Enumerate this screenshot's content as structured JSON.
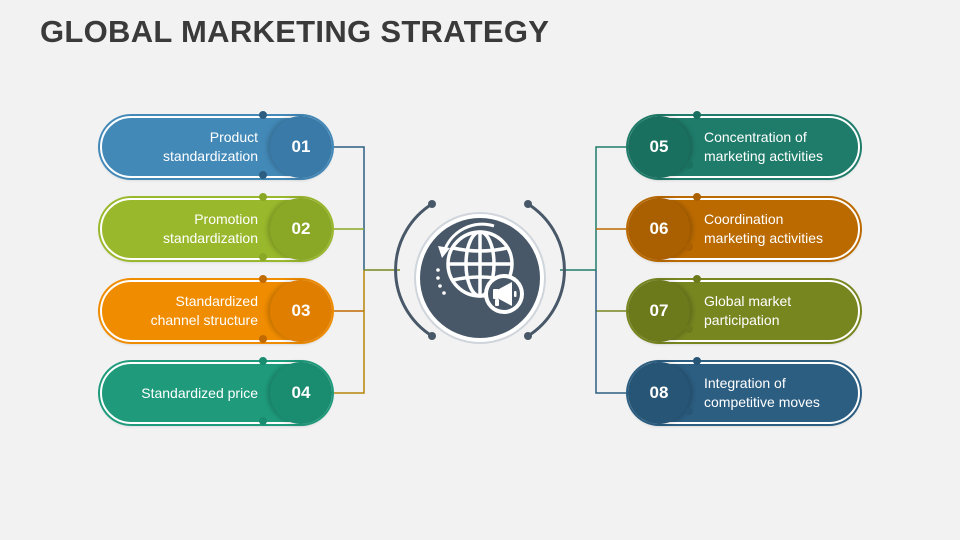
{
  "title": "GLOBAL MARKETING STRATEGY",
  "items": [
    {
      "num": "01",
      "label_lines": [
        "Product",
        "standardization"
      ],
      "side": "left",
      "color": "#4389b8",
      "num_color": "#3a7aa8"
    },
    {
      "num": "02",
      "label_lines": [
        "Promotion",
        "standardization"
      ],
      "side": "left",
      "color": "#9ab82c",
      "num_color": "#8aa826"
    },
    {
      "num": "03",
      "label_lines": [
        "Standardized",
        "channel structure"
      ],
      "side": "left",
      "color": "#f08c00",
      "num_color": "#e07e00"
    },
    {
      "num": "04",
      "label_lines": [
        "Standardized price"
      ],
      "side": "left",
      "color": "#1f9b7c",
      "num_color": "#1a8c70"
    },
    {
      "num": "05",
      "label_lines": [
        "Concentration of",
        "marketing activities"
      ],
      "side": "right",
      "color": "#1f7c6a",
      "num_color": "#1a705f"
    },
    {
      "num": "06",
      "label_lines": [
        "Coordination",
        "marketing activities"
      ],
      "side": "right",
      "color": "#bb6a00",
      "num_color": "#aa5f00"
    },
    {
      "num": "07",
      "label_lines": [
        "Global market",
        "participation"
      ],
      "side": "right",
      "color": "#788620",
      "num_color": "#6c7a1c"
    },
    {
      "num": "08",
      "label_lines": [
        "Integration of",
        "competitive moves"
      ],
      "side": "right",
      "color": "#2c5e82",
      "num_color": "#275575"
    }
  ],
  "center_icon": "globe-megaphone-icon",
  "center_color": "#485868"
}
